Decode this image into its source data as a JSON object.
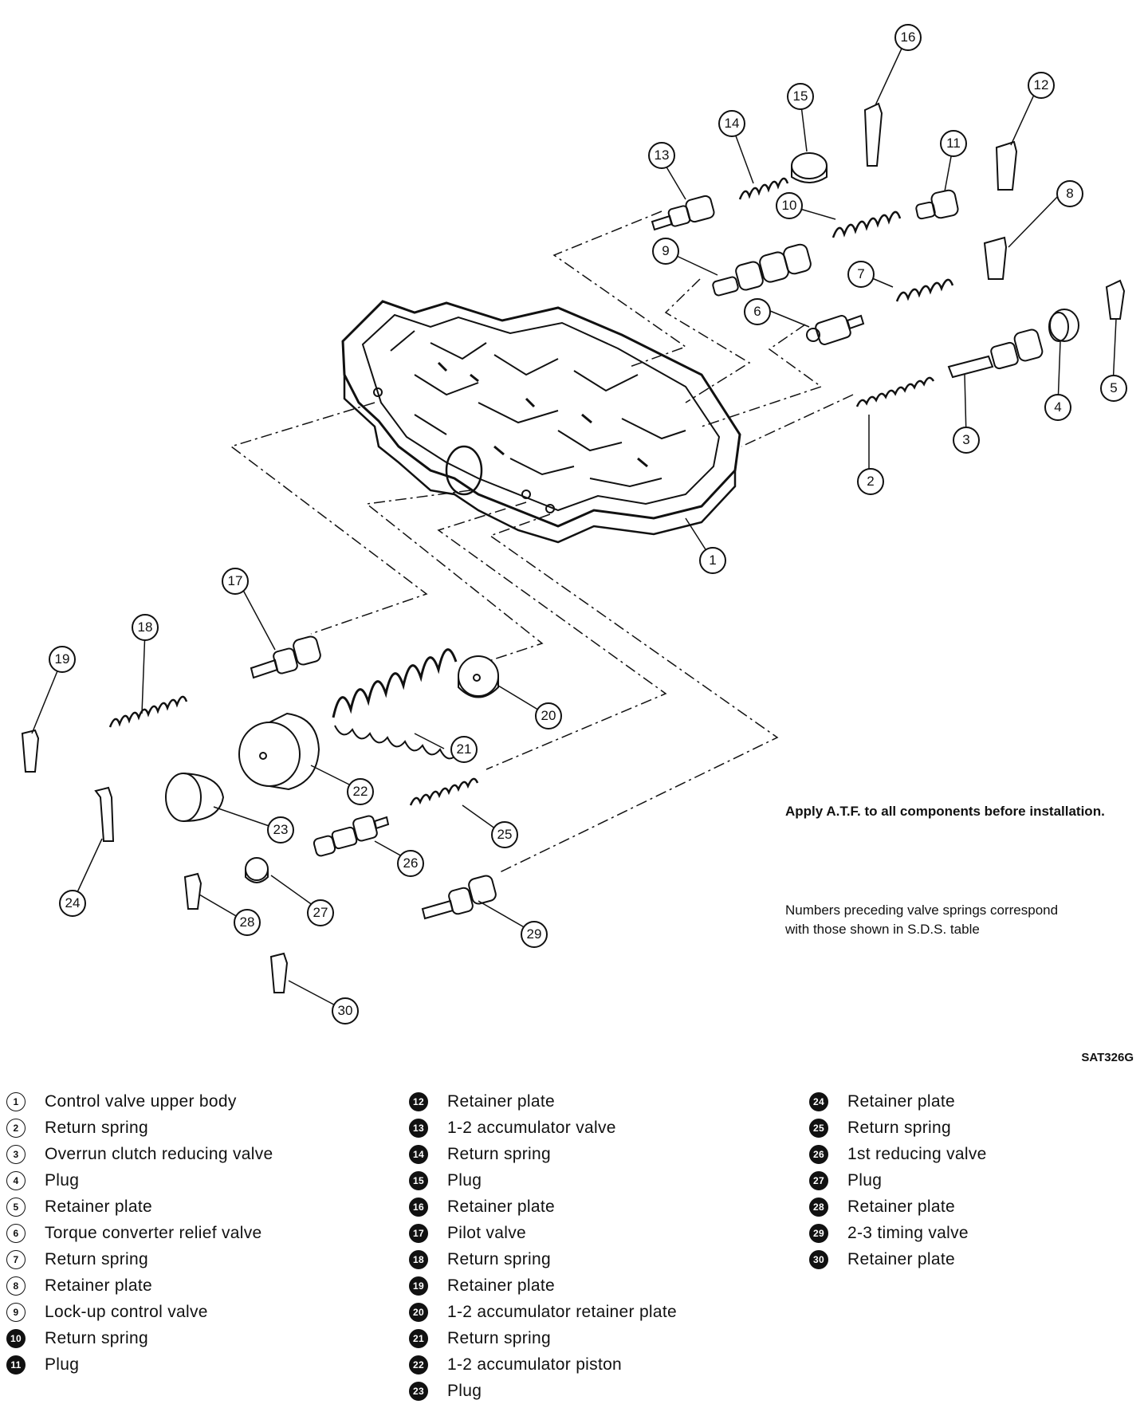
{
  "callouts": [
    "1",
    "2",
    "3",
    "4",
    "5",
    "6",
    "7",
    "8",
    "9",
    "10",
    "11",
    "12",
    "13",
    "14",
    "15",
    "16",
    "17",
    "18",
    "19",
    "20",
    "21",
    "22",
    "23",
    "24",
    "25",
    "26",
    "27",
    "28",
    "29",
    "30"
  ],
  "notes": {
    "apply": "Apply A.T.F. to all components before installation.",
    "springs": "Numbers preceding valve springs correspond with those shown in S.D.S. table"
  },
  "figure_id": "SAT326G",
  "legend": [
    {
      "num": "1",
      "label": "Control valve upper body"
    },
    {
      "num": "2",
      "label": "Return spring"
    },
    {
      "num": "3",
      "label": "Overrun clutch reducing valve"
    },
    {
      "num": "4",
      "label": "Plug"
    },
    {
      "num": "5",
      "label": "Retainer plate"
    },
    {
      "num": "6",
      "label": "Torque converter relief valve"
    },
    {
      "num": "7",
      "label": "Return spring"
    },
    {
      "num": "8",
      "label": "Retainer plate"
    },
    {
      "num": "9",
      "label": "Lock-up control valve"
    },
    {
      "num": "10",
      "label": "Return spring"
    },
    {
      "num": "11",
      "label": "Plug"
    },
    {
      "num": "12",
      "label": "Retainer plate"
    },
    {
      "num": "13",
      "label": "1-2 accumulator valve"
    },
    {
      "num": "14",
      "label": "Return spring"
    },
    {
      "num": "15",
      "label": "Plug"
    },
    {
      "num": "16",
      "label": "Retainer plate"
    },
    {
      "num": "17",
      "label": "Pilot valve"
    },
    {
      "num": "18",
      "label": "Return spring"
    },
    {
      "num": "19",
      "label": "Retainer plate"
    },
    {
      "num": "20",
      "label": "1-2 accumulator retainer plate"
    },
    {
      "num": "21",
      "label": "Return spring"
    },
    {
      "num": "22",
      "label": "1-2 accumulator piston"
    },
    {
      "num": "23",
      "label": "Plug"
    },
    {
      "num": "24",
      "label": "Retainer plate"
    },
    {
      "num": "25",
      "label": "Return spring"
    },
    {
      "num": "26",
      "label": "1st reducing valve"
    },
    {
      "num": "27",
      "label": "Plug"
    },
    {
      "num": "28",
      "label": "Retainer plate"
    },
    {
      "num": "29",
      "label": "2-3 timing valve"
    },
    {
      "num": "30",
      "label": "Retainer plate"
    }
  ]
}
